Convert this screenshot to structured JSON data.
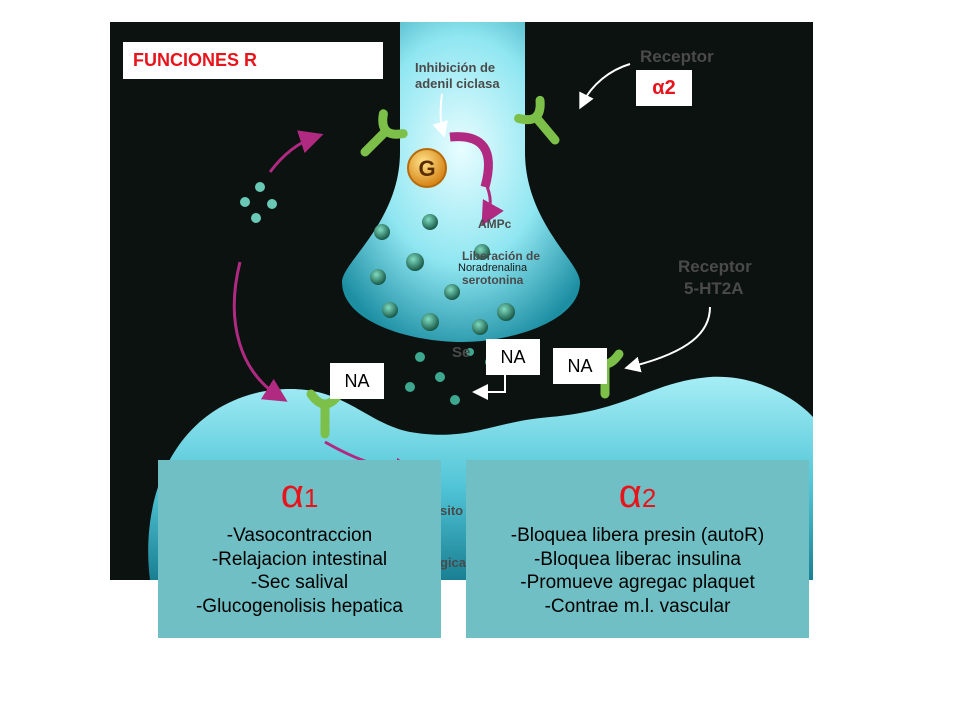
{
  "slide": {
    "title": "FUNCIONES R",
    "alpha2_tag": "α2",
    "noradrenalina": "Noradrenalina",
    "na_labels": [
      "NA",
      "NA",
      "NA"
    ]
  },
  "figure": {
    "receptor_top": "Receptor",
    "inhibicion_line1": "Inhibición de",
    "inhibicion_line2": "adenil ciclasa",
    "g_protein": "G",
    "ampc": "AMPc",
    "liberacion_line1": "Liberación de",
    "liberacion_line2": "serotonina",
    "receptor_5ht2a_line1": "Receptor",
    "receptor_5ht2a_line2": "5-HT2A",
    "se_partial": "Se",
    "sito_partial": "sito",
    "gica_partial": "gica"
  },
  "alpha1_panel": {
    "symbol": "α",
    "index": "1",
    "items": [
      "-Vasocontraccion",
      "-Relajacion intestinal",
      "-Sec salival",
      "-Glucogenolisis hepatica"
    ]
  },
  "alpha2_panel": {
    "symbol": "α",
    "index": "2",
    "items": [
      "-Bloquea libera presin (autoR)",
      "-Bloquea liberac insulina",
      "-Promueve agregac plaquet",
      "-Contrae m.l. vascular"
    ]
  },
  "colors": {
    "title_red": "#e8141c",
    "panel_teal": "#70bfc4",
    "background_dark": "#0c1210",
    "cyan_cell": "#7fe3ef",
    "receptor_green": "#7cc04a",
    "arrow_magenta": "#b02a82",
    "g_protein_orange": "#f0a21c"
  }
}
